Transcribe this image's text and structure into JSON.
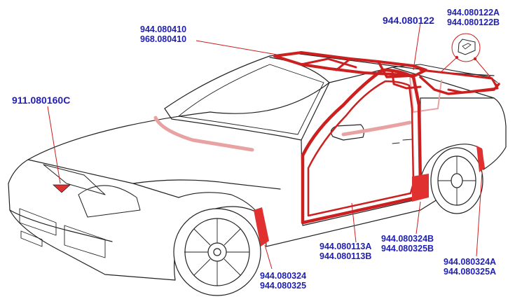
{
  "colors": {
    "label": "#1f1fb4",
    "seal": "#cc1f1f",
    "seal_fill": "#e03030",
    "leader": "#cc1f1f",
    "outline": "#222222",
    "ghost": "#e9a2a2"
  },
  "labels": {
    "roof_seal": [
      "944.080410",
      "968.080410"
    ],
    "targa_part": "944.080122",
    "spoiler_clip": [
      "944.080122A",
      "944.080122B"
    ],
    "hood_seal": "911.080160C",
    "front_wheel_arch": [
      "944.080324",
      "944.080325"
    ],
    "door_seal": [
      "944.080113A",
      "944.080113B"
    ],
    "rocker_trim": [
      "944.080324B",
      "944.080325B"
    ],
    "rear_wheel_arch": [
      "944.080324A",
      "944.080325A"
    ]
  }
}
